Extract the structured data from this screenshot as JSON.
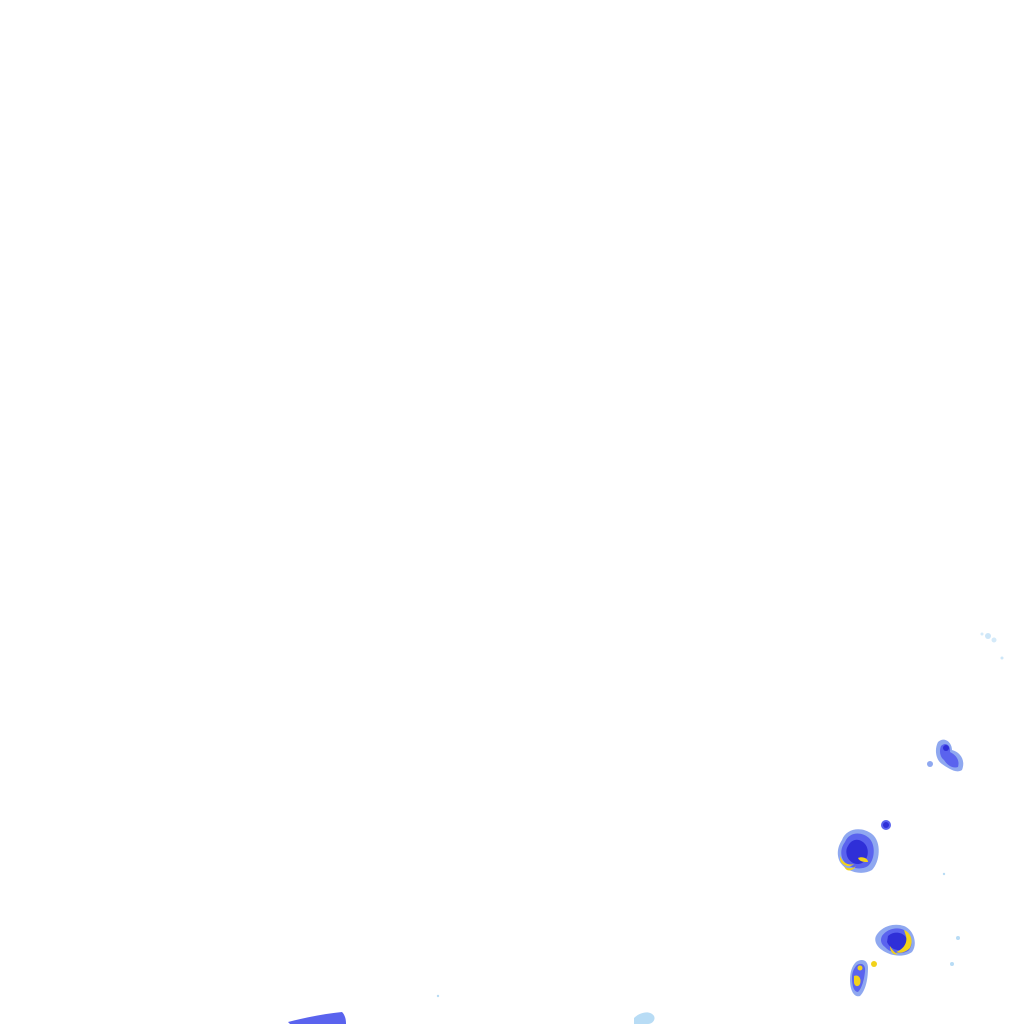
{
  "map": {
    "background_color": "#ffffff",
    "legend_colors": {
      "very_light": "#b8dcf5",
      "light": "#8fa8f0",
      "moderate": "#5a63ee",
      "heavy": "#2f2fd8",
      "intense": "#f2d21a"
    },
    "echoes": [
      {
        "name": "echo-cell-ne-trace",
        "intensity": "very_light"
      },
      {
        "name": "echo-cell-east",
        "intensity": "moderate"
      },
      {
        "name": "echo-cell-small-dot",
        "intensity": "heavy"
      },
      {
        "name": "echo-cell-central",
        "intensity": "intense"
      },
      {
        "name": "echo-cell-southeast",
        "intensity": "intense"
      },
      {
        "name": "echo-cell-south-band",
        "intensity": "intense"
      },
      {
        "name": "echo-edge-southwest",
        "intensity": "moderate"
      },
      {
        "name": "echo-edge-south-trace",
        "intensity": "very_light"
      }
    ]
  }
}
